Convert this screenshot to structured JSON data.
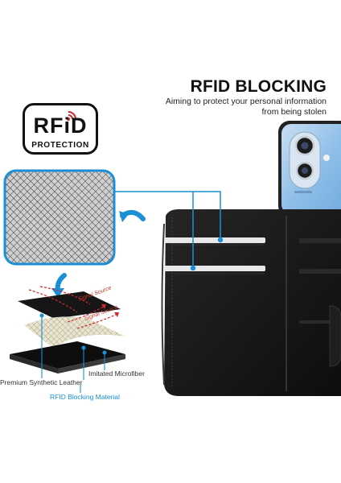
{
  "header": {
    "title": "RFID BLOCKING",
    "subtitle_line1": "Aiming to protect your personal information",
    "subtitle_line2": "from being stolen"
  },
  "badge": {
    "main": "RFiD",
    "sub": "PROTECTION"
  },
  "layers": {
    "signal_1": "Signal Source",
    "signal_2": "Signal Source",
    "leather": "Premium Synthetic Leather",
    "microfiber": "Imitated Microfiber",
    "rfid_material": "RFID Blocking Material"
  },
  "colors": {
    "accent": "#1a8fd6",
    "wallet": "#141414",
    "phone": "#9cc6ea"
  },
  "icons": [
    "rfid-signal-icon",
    "arrow-curve-icon",
    "arrow-down-icon"
  ]
}
